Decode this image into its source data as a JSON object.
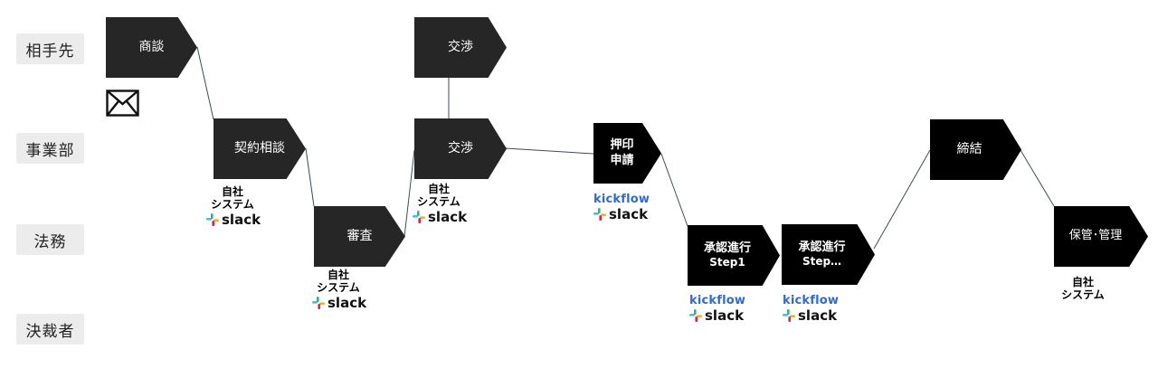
{
  "lanes": [
    "相手先",
    "事業部",
    "法務",
    "決裁者"
  ],
  "steps": {
    "shoudan": [
      "商談"
    ],
    "keiyaku_soudan": [
      "契約相談"
    ],
    "shinsa": [
      "審査"
    ],
    "koushou_top": [
      "交渉"
    ],
    "koushou_mid": [
      "交渉"
    ],
    "ouin_shinsei": [
      "押印",
      "申請"
    ],
    "shounin_1": [
      "承認進行",
      "Step1"
    ],
    "shounin_2": [
      "承認進行",
      "Step…"
    ],
    "teiketsu": [
      "締結"
    ],
    "hokan": [
      "保管･管理"
    ]
  },
  "tools": {
    "system_line1": "自社",
    "system_line2": "システム",
    "slack": "slack",
    "kickflow": "kickflow"
  },
  "icons": {
    "mail": "mail-icon",
    "slack": "slack-logo-icon"
  },
  "colors": {
    "step_dark": "#262626",
    "step_black": "#000000",
    "lane_label_bg": "#ececec",
    "kickflow": "#2e6ad6",
    "slack_aubergine": "#4a154b",
    "connector": "#3c4a5a"
  }
}
